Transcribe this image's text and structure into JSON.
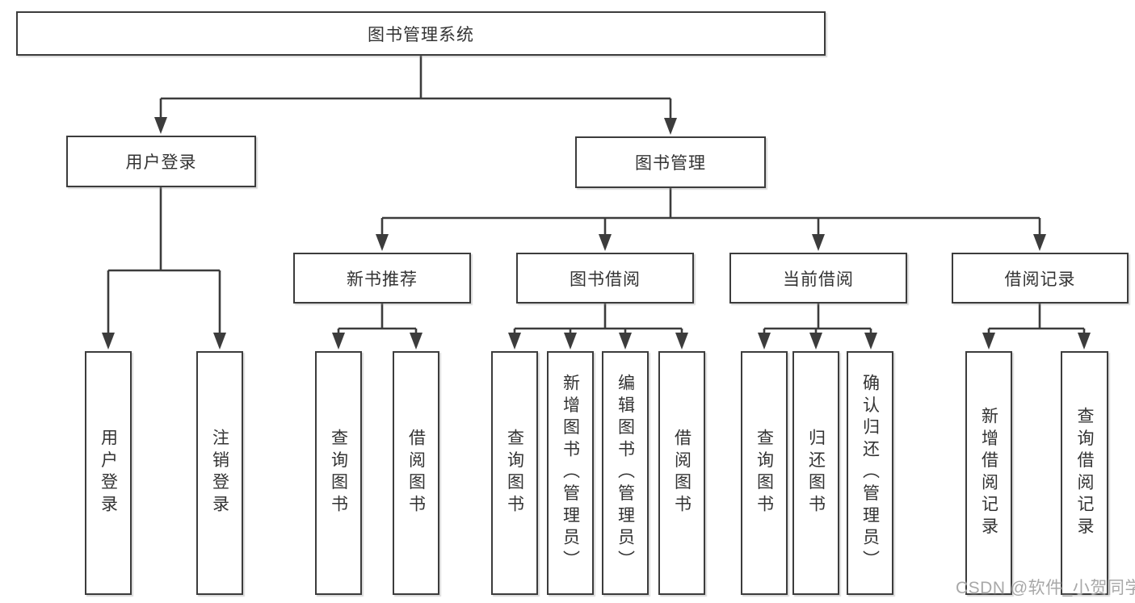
{
  "diagram_type": "hierarchy-tree",
  "tree": {
    "label": "图书管理系统",
    "children": [
      {
        "label": "用户登录",
        "children": [
          {
            "label": "用户登录"
          },
          {
            "label": "注销登录"
          }
        ]
      },
      {
        "label": "图书管理",
        "children": [
          {
            "label": "新书推荐",
            "children": [
              {
                "label": "查询图书"
              },
              {
                "label": "借阅图书"
              }
            ]
          },
          {
            "label": "图书借阅",
            "children": [
              {
                "label": "查询图书"
              },
              {
                "label": "新增图书（管理员）"
              },
              {
                "label": "编辑图书（管理员）"
              },
              {
                "label": "借阅图书"
              }
            ]
          },
          {
            "label": "当前借阅",
            "children": [
              {
                "label": "查询图书"
              },
              {
                "label": "归还图书"
              },
              {
                "label": "确认归还（管理员）"
              }
            ]
          },
          {
            "label": "借阅记录",
            "children": [
              {
                "label": "新增借阅记录"
              },
              {
                "label": "查询借阅记录"
              }
            ]
          }
        ]
      }
    ]
  },
  "watermark": "CSDN @软件_小贺同学",
  "colors": {
    "line": "#3c3c3c",
    "box_border": "#3c3c3c",
    "text": "#333333",
    "background": "#ffffff",
    "watermark": "#a8a8a8"
  }
}
